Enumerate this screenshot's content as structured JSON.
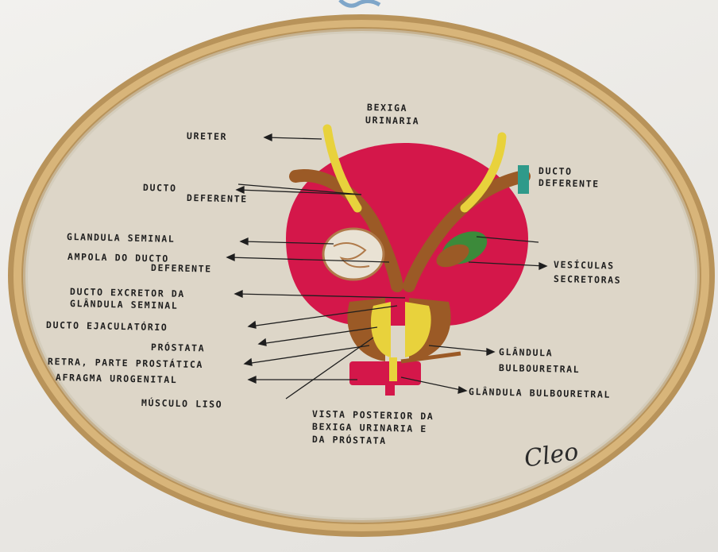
{
  "title": {
    "line1": "BEXIGA",
    "line2": "URINARIA"
  },
  "labels": {
    "ureter": "URETER",
    "ducto_deferente_left_1": "DUCTO",
    "ducto_deferente_left_2": "DEFERENTE",
    "ducto_deferente_right_1": "DUCTO",
    "ducto_deferente_right_2": "DEFERENTE",
    "glandula_seminal": "GLANDULA SEMINAL",
    "ampola_1": "AMPOLA DO DUCTO",
    "ampola_2": "DEFERENTE",
    "vesiculas_1": "VESÍCULAS",
    "vesiculas_2": "SECRETORAS",
    "ducto_excretor_1": "DUCTO EXCRETOR DA",
    "ducto_excretor_2": "GLÂNDULA SEMINAL",
    "ducto_ejaculatorio": "DUCTO EJACULATÓRIO",
    "prostata": "PRÓSTATA",
    "uretra": "RETRA, PARTE PROSTÁTICA",
    "diafragma": "AFRAGMA UROGENITAL",
    "musculo_liso": "MÚSCULO LISO",
    "glandula_bulbo_1": "GLÂNDULA",
    "glandula_bulbo_2": "BULBOURETRAL",
    "glandula_bulbo_full": "GLÂNDULA BULBOURETRAL",
    "vista_1": "VISTA POSTERIOR DA",
    "vista_2": "BEXIGA URINARIA E",
    "vista_3": "DA PRÓSTATA"
  },
  "signature": "Cleo",
  "colors": {
    "fabric": "#ddd6c8",
    "hoop": "#c9a46a",
    "bladder": "#d4174a",
    "duct": "#9b5a26",
    "ureter": "#e8d23c",
    "vesicle": "#3c8a3a"
  }
}
